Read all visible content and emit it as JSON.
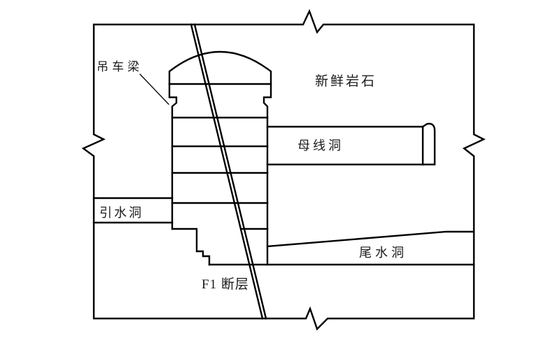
{
  "diagram": {
    "labels": {
      "crane_beam": "吊车梁",
      "fresh_rock": "新鲜岩石",
      "busbar_tunnel": "母线洞",
      "headrace_tunnel": "引水洞",
      "tailrace_tunnel": "尾水洞",
      "fault": "F1 断层"
    },
    "colors": {
      "line": "#000000",
      "background": "#ffffff"
    }
  }
}
